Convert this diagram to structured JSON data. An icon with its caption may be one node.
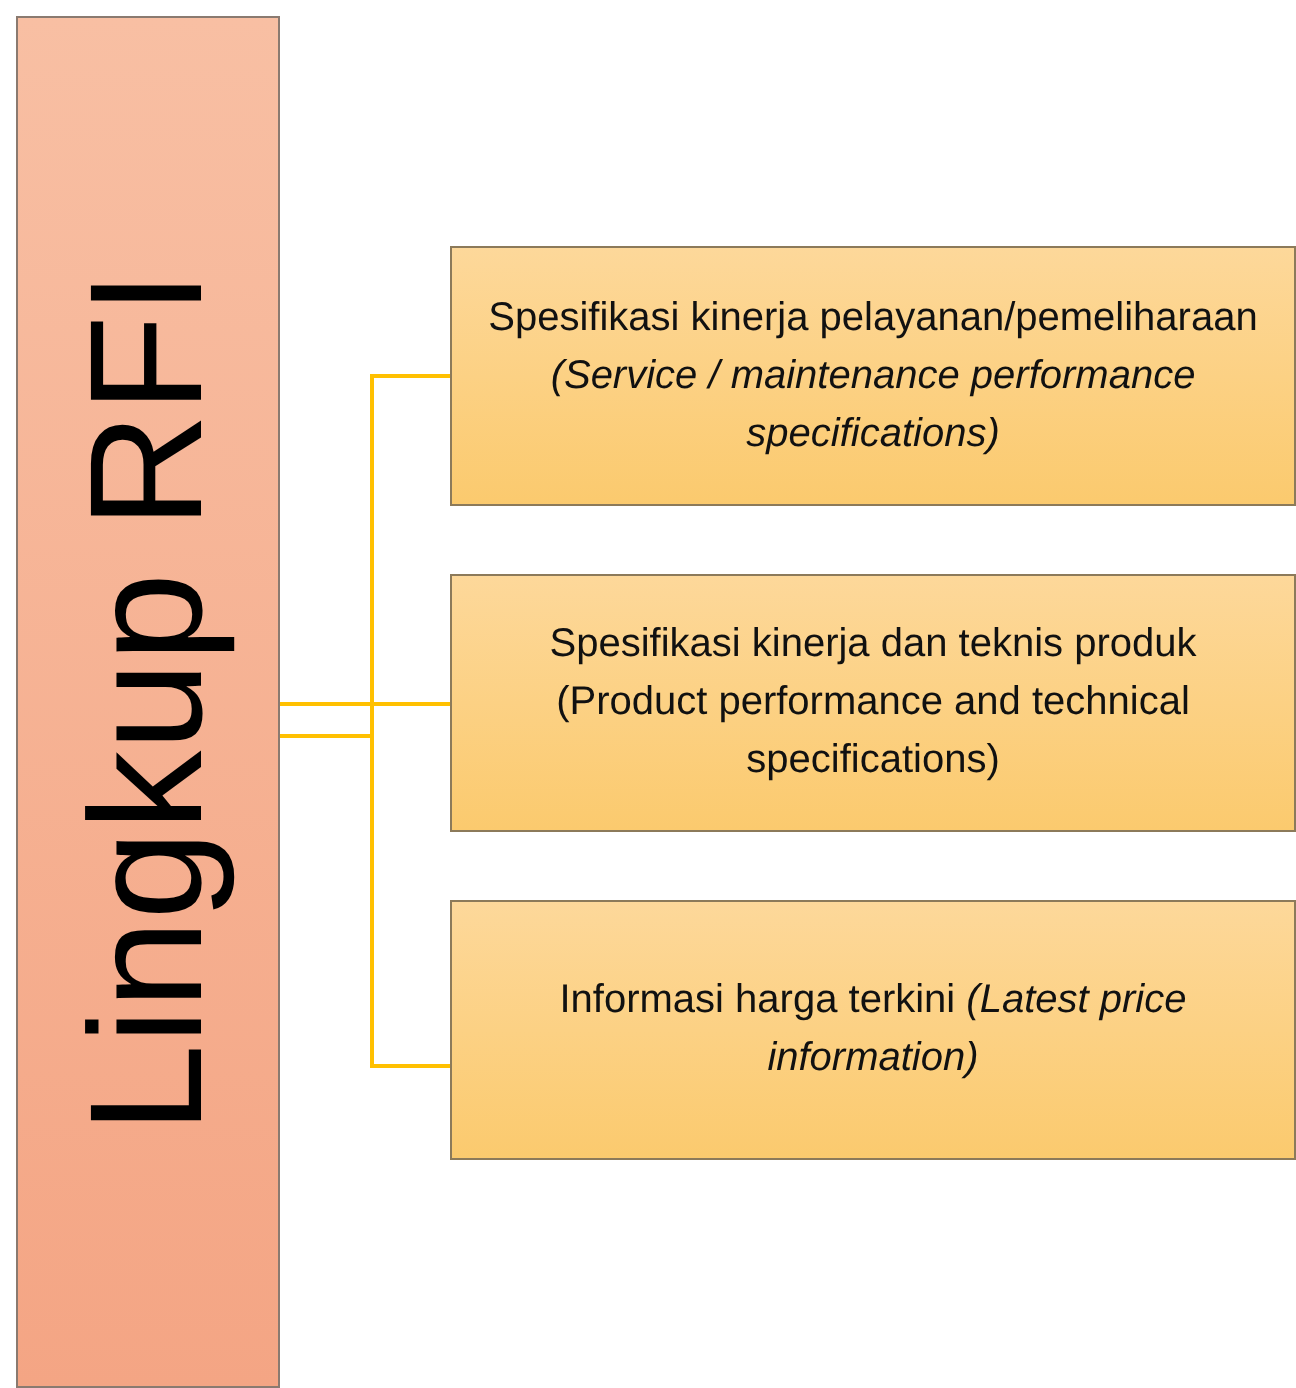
{
  "diagram": {
    "nodes": [
      {
        "text": [
          "Lingkup RFI"
        ]
      },
      {
        "text": [
          "Spesifikasi kinerja pelayanan/pemeliharaan *(Service / maintenance performance specifications)*"
        ]
      },
      {
        "text": [
          "Spesifikasi kinerja dan teknis produk (Product performance and technical specifications)"
        ]
      },
      {
        "text": [
          "Informasi harga terkini *(Latest price information)*"
        ]
      }
    ],
    "edges": [
      {
        "from": 0,
        "to": 1,
        "arrow": "none"
      },
      {
        "from": 0,
        "to": 2,
        "arrow": "none"
      },
      {
        "from": 0,
        "to": 3,
        "arrow": "none"
      }
    ]
  }
}
